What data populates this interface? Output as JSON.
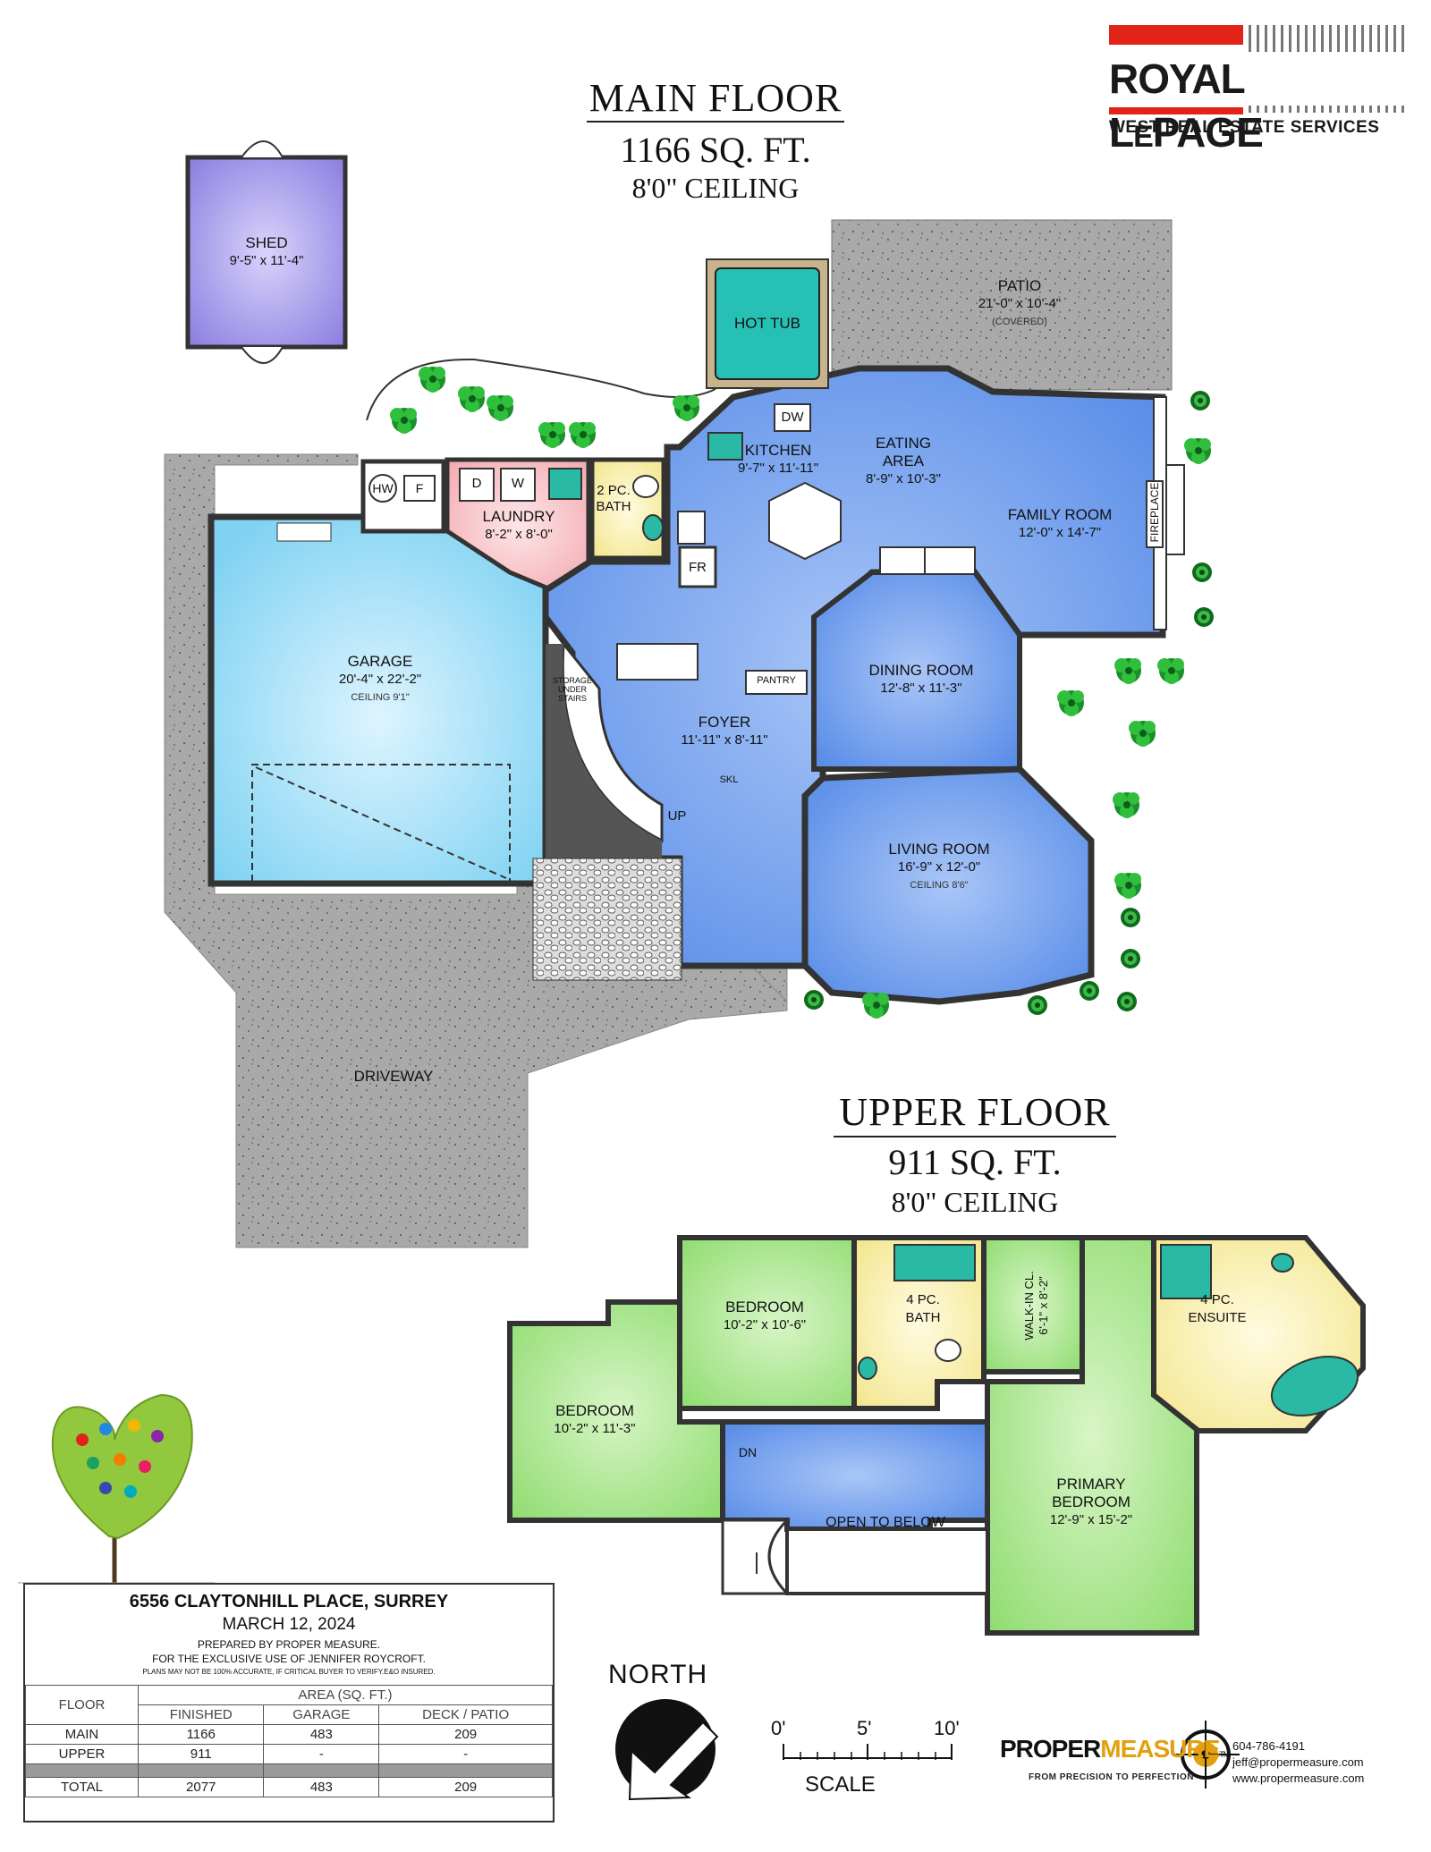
{
  "main_floor": {
    "title": "MAIN FLOOR",
    "area": "1166 SQ. FT.",
    "ceiling": "8'0\" CEILING"
  },
  "upper_floor": {
    "title": "UPPER FLOOR",
    "area": "911 SQ. FT.",
    "ceiling": "8'0\" CEILING"
  },
  "brand": {
    "name_a": "ROYAL L",
    "name_b": "E",
    "name_c": "PAGE",
    "subtitle": "WEST REAL ESTATE SERVICES",
    "red": "#e2231a"
  },
  "rooms": {
    "shed": {
      "name": "SHED",
      "dim": "9'-5\" x 11'-4\""
    },
    "patio": {
      "name": "PATIO",
      "dim": "21'-0\" x 10'-4\"",
      "note": "(COVERED)"
    },
    "hot_tub": {
      "name": "HOT TUB"
    },
    "kitchen": {
      "name": "KITCHEN",
      "dim": "9'-7\" x 11'-11\""
    },
    "eating": {
      "name_a": "EATING",
      "name_b": "AREA",
      "dim": "8'-9\" x 10'-3\""
    },
    "family": {
      "name": "FAMILY ROOM",
      "dim": "12'-0\" x 14'-7\""
    },
    "fireplace": "FIREPLACE",
    "laundry": {
      "name": "LAUNDRY",
      "dim": "8'-2\" x 8'-0\""
    },
    "bath2": {
      "name_a": "2 PC.",
      "name_b": "BATH"
    },
    "garage": {
      "name": "GARAGE",
      "dim": "20'-4\" x 22'-2\"",
      "note": "CEILING 9'1\""
    },
    "dining": {
      "name": "DINING ROOM",
      "dim": "12'-8\" x 11'-3\""
    },
    "foyer": {
      "name": "FOYER",
      "dim": "11'-11\" x 8'-11\""
    },
    "living": {
      "name": "LIVING ROOM",
      "dim": "16'-9\" x 12'-0\"",
      "note": "CEILING 8'6\""
    },
    "driveway": {
      "name": "DRIVEWAY"
    },
    "storage": {
      "a": "STORAGE",
      "b": "UNDER",
      "c": "STAIRS"
    },
    "pantry": "PANTRY",
    "skl": "SKL",
    "up": "UP",
    "hw": "HW",
    "f": "F",
    "d": "D",
    "w": "W",
    "dw": "DW",
    "fr": "FR",
    "bed_a": {
      "name": "BEDROOM",
      "dim": "10'-2\" x 10'-6\""
    },
    "bed_b": {
      "name": "BEDROOM",
      "dim": "10'-2\" x 11'-3\""
    },
    "bath4": {
      "name_a": "4 PC.",
      "name_b": "BATH"
    },
    "walkin": {
      "name": "WALK-IN CL.",
      "dim": "6'-1\" x 8'-2\""
    },
    "ensuite": {
      "name_a": "4 PC.",
      "name_b": "ENSUITE"
    },
    "primary": {
      "name_a": "PRIMARY",
      "name_b": "BEDROOM",
      "dim": "12'-9\" x 15'-2\""
    },
    "open_below": "OPEN TO BELOW",
    "dn": "DN"
  },
  "info": {
    "address": "6556 CLAYTONHILL PLACE, SURREY",
    "date": "MARCH 12, 2024",
    "prepared": "PREPARED BY PROPER MEASURE.",
    "exclusive": "FOR THE EXCLUSIVE USE OF JENNIFER ROYCROFT.",
    "disclaimer": "PLANS MAY NOT BE 100% ACCURATE, IF CRITICAL BUYER TO VERIFY.E&O INSURED.",
    "col_floor": "FLOOR",
    "col_area": "AREA (SQ. FT.)",
    "col_finished": "FINISHED",
    "col_garage": "GARAGE",
    "col_deck": "DECK / PATIO",
    "rows": [
      {
        "floor": "MAIN",
        "finished": "1166",
        "garage": "483",
        "deck": "209"
      },
      {
        "floor": "UPPER",
        "finished": "911",
        "garage": "-",
        "deck": "-"
      }
    ],
    "total": {
      "floor": "TOTAL",
      "finished": "2077",
      "garage": "483",
      "deck": "209"
    }
  },
  "north": "NORTH",
  "scale": {
    "label": "SCALE",
    "t0": "0'",
    "t1": "5'",
    "t2": "10'"
  },
  "proper_measure": {
    "name_a": "PROPER",
    "name_b": "MEASURE",
    "tm": "TM",
    "tagline": "FROM PRECISION TO PERFECTION",
    "phone": "604-786-4191",
    "email": "jeff@propermeasure.com",
    "web": "www.propermeasure.com"
  },
  "colors": {
    "blue": "#6f9ff0",
    "green": "#a6e58a",
    "pink": "#f7c9cc",
    "yellow": "#f7efa8",
    "violet": "#a79be6",
    "concrete": "#a8a8a8",
    "tub": "#27c0b4"
  }
}
